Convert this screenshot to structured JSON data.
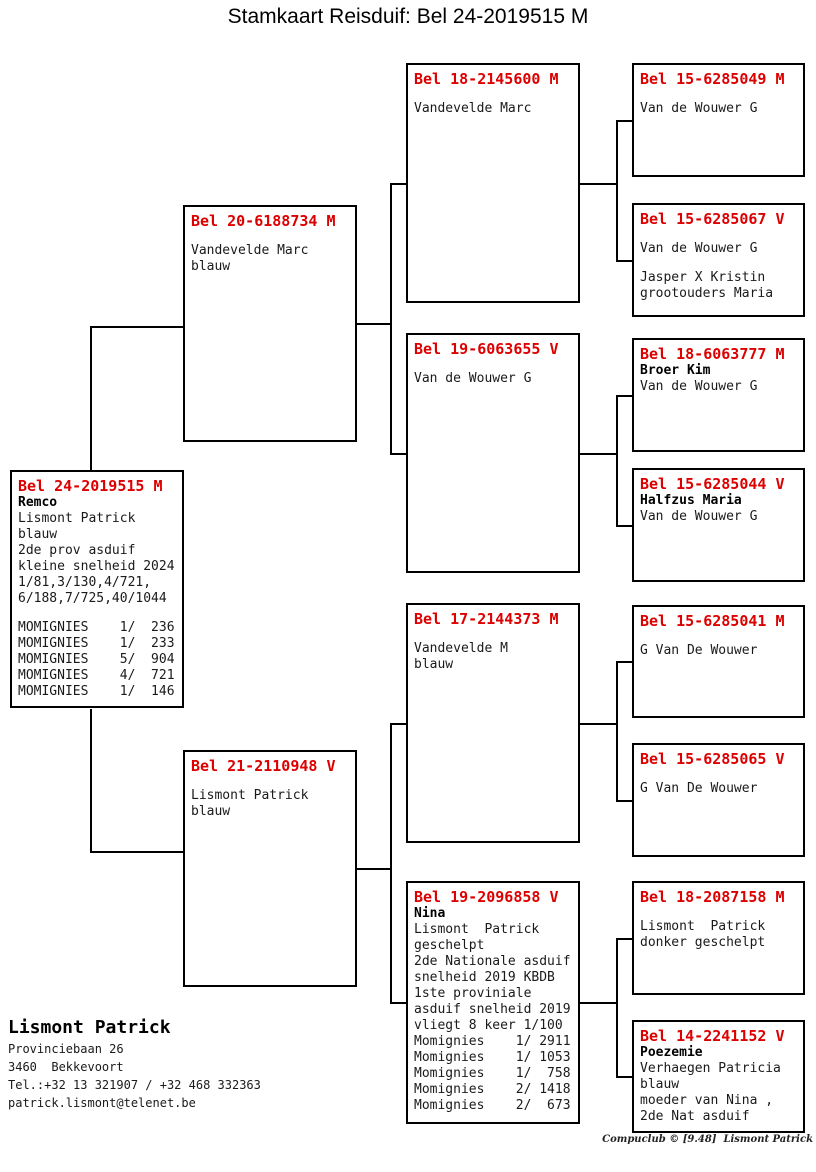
{
  "title": "Stamkaart Reisduif: Bel 24-2019515 M",
  "colors": {
    "ring_red": "#dd0000",
    "text": "#1a1a1a",
    "line": "#000000",
    "background": "#ffffff"
  },
  "boxes": {
    "bel24_2019515": {
      "lines": [
        {
          "style": "id",
          "text": "Bel 24-2019515 M"
        },
        {
          "style": "b",
          "text": "Remco"
        },
        {
          "style": "n",
          "text": "Lismont Patrick"
        },
        {
          "style": "n",
          "text": "blauw"
        },
        {
          "style": "n",
          "text": "2de prov asduif"
        },
        {
          "style": "n",
          "text": "kleine snelheid 2024"
        },
        {
          "style": "n",
          "text": "1/81,3/130,4/721,"
        },
        {
          "style": "n",
          "text": "6/188,7/725,40/1044"
        },
        {
          "style": "blank",
          "text": ""
        },
        {
          "style": "n",
          "text": "MOMIGNIES    1/  236"
        },
        {
          "style": "n",
          "text": "MOMIGNIES    1/  233"
        },
        {
          "style": "n",
          "text": "MOMIGNIES    5/  904"
        },
        {
          "style": "n",
          "text": "MOMIGNIES    4/  721"
        },
        {
          "style": "n",
          "text": "MOMIGNIES    1/  146"
        }
      ]
    },
    "bel20_6188734": {
      "lines": [
        {
          "style": "id",
          "text": "Bel 20-6188734 M"
        },
        {
          "style": "blank",
          "text": ""
        },
        {
          "style": "n",
          "text": "Vandevelde Marc"
        },
        {
          "style": "n",
          "text": "blauw"
        }
      ]
    },
    "bel21_2110948": {
      "lines": [
        {
          "style": "id",
          "text": "Bel 21-2110948 V"
        },
        {
          "style": "blank",
          "text": ""
        },
        {
          "style": "n",
          "text": "Lismont Patrick"
        },
        {
          "style": "n",
          "text": "blauw"
        }
      ]
    },
    "bel18_2145600": {
      "lines": [
        {
          "style": "id",
          "text": "Bel 18-2145600 M"
        },
        {
          "style": "blank",
          "text": ""
        },
        {
          "style": "n",
          "text": "Vandevelde Marc"
        }
      ]
    },
    "bel19_6063655": {
      "lines": [
        {
          "style": "id",
          "text": "Bel 19-6063655 V"
        },
        {
          "style": "blank",
          "text": ""
        },
        {
          "style": "n",
          "text": "Van de Wouwer G"
        }
      ]
    },
    "bel17_2144373": {
      "lines": [
        {
          "style": "id",
          "text": "Bel 17-2144373 M"
        },
        {
          "style": "blank",
          "text": ""
        },
        {
          "style": "n",
          "text": "Vandevelde M"
        },
        {
          "style": "n",
          "text": "blauw"
        }
      ]
    },
    "bel19_2096858": {
      "lines": [
        {
          "style": "id",
          "text": "Bel 19-2096858 V"
        },
        {
          "style": "b",
          "text": "Nina"
        },
        {
          "style": "n",
          "text": "Lismont  Patrick"
        },
        {
          "style": "n",
          "text": "geschelpt"
        },
        {
          "style": "n",
          "text": "2de Nationale asduif"
        },
        {
          "style": "n",
          "text": "snelheid 2019 KBDB"
        },
        {
          "style": "n",
          "text": "1ste proviniale"
        },
        {
          "style": "n",
          "text": "asduif snelheid 2019"
        },
        {
          "style": "n",
          "text": "vliegt 8 keer 1/100"
        },
        {
          "style": "n",
          "text": "Momignies    1/ 2911"
        },
        {
          "style": "n",
          "text": "Momignies    1/ 1053"
        },
        {
          "style": "n",
          "text": "Momignies    1/  758"
        },
        {
          "style": "n",
          "text": "Momignies    2/ 1418"
        },
        {
          "style": "n",
          "text": "Momignies    2/  673"
        }
      ]
    },
    "bel15_6285049": {
      "lines": [
        {
          "style": "id",
          "text": "Bel 15-6285049 M"
        },
        {
          "style": "blank",
          "text": ""
        },
        {
          "style": "n",
          "text": "Van de Wouwer G"
        }
      ]
    },
    "bel15_6285067": {
      "lines": [
        {
          "style": "id",
          "text": "Bel 15-6285067 V"
        },
        {
          "style": "blank",
          "text": ""
        },
        {
          "style": "n",
          "text": "Van de Wouwer G"
        },
        {
          "style": "blank",
          "text": ""
        },
        {
          "style": "n",
          "text": "Jasper X Kristin"
        },
        {
          "style": "n",
          "text": "grootouders Maria"
        }
      ]
    },
    "bel18_6063777": {
      "lines": [
        {
          "style": "id",
          "text": "Bel 18-6063777 M"
        },
        {
          "style": "b",
          "text": "Broer Kim"
        },
        {
          "style": "n",
          "text": "Van de Wouwer G"
        }
      ]
    },
    "bel15_6285044": {
      "lines": [
        {
          "style": "id",
          "text": "Bel 15-6285044 V"
        },
        {
          "style": "b",
          "text": "Halfzus Maria"
        },
        {
          "style": "n",
          "text": "Van de Wouwer G"
        }
      ]
    },
    "bel15_6285041": {
      "lines": [
        {
          "style": "id",
          "text": "Bel 15-6285041 M"
        },
        {
          "style": "blank",
          "text": ""
        },
        {
          "style": "n",
          "text": "G Van De Wouwer"
        }
      ]
    },
    "bel15_6285065": {
      "lines": [
        {
          "style": "id",
          "text": "Bel 15-6285065 V"
        },
        {
          "style": "blank",
          "text": ""
        },
        {
          "style": "n",
          "text": "G Van De Wouwer"
        }
      ]
    },
    "bel18_2087158": {
      "lines": [
        {
          "style": "id",
          "text": "Bel 18-2087158 M"
        },
        {
          "style": "blank",
          "text": ""
        },
        {
          "style": "n",
          "text": "Lismont  Patrick"
        },
        {
          "style": "n",
          "text": "donker geschelpt"
        }
      ]
    },
    "bel14_2241152": {
      "lines": [
        {
          "style": "id",
          "text": "Bel 14-2241152 V"
        },
        {
          "style": "b",
          "text": "Poezemie"
        },
        {
          "style": "n",
          "text": "Verhaegen Patricia"
        },
        {
          "style": "n",
          "text": "blauw"
        },
        {
          "style": "n",
          "text": "moeder van Nina ,"
        },
        {
          "style": "n",
          "text": "2de Nat asduif"
        }
      ]
    }
  },
  "owner": {
    "name": "Lismont Patrick",
    "street": "Provinciebaan 26",
    "city": "3460  Bekkevoort",
    "phone": "Tel.:+32 13 321907 / +32 468 332363",
    "email": "patrick.lismont@telenet.be"
  },
  "footer": {
    "credit": "Compuclub © [9.48]  Lismont Patrick"
  }
}
